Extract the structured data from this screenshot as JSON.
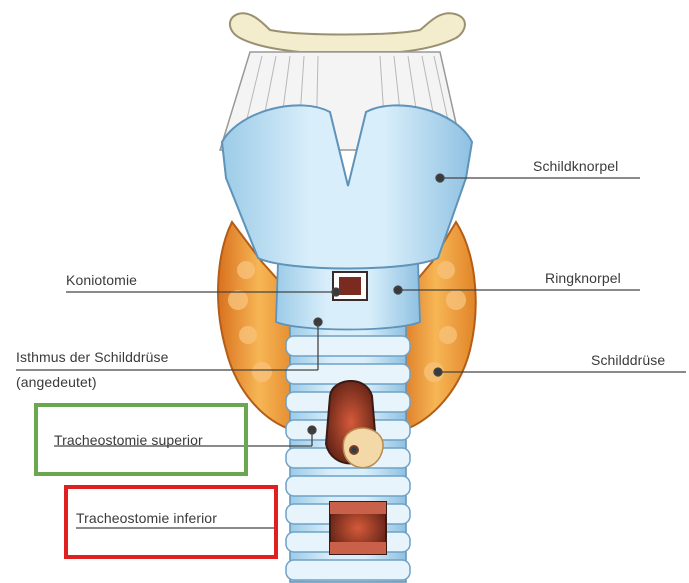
{
  "labels": {
    "schildknorpel": "Schildknorpel",
    "koniotomie": "Koniotomie",
    "ringknorpel": "Ringknorpel",
    "isthmus_line1": "Isthmus der Schilddrüse",
    "isthmus_line2": "(angedeutet)",
    "schilddruese": "Schilddrüse",
    "tracheostomie_superior": "Tracheostomie superior",
    "tracheostomie_inferior": "Tracheostomie inferior"
  },
  "highlight_boxes": {
    "superior_color": "#6aa84f",
    "inferior_color": "#e02020"
  },
  "colors": {
    "cartilage": "#bfe0f4",
    "cartilage_dark": "#7fb6dc",
    "thyroid": "#f0a040",
    "thyroid_dark": "#c96a1a",
    "ligament": "#f3f3f3",
    "hyoid": "#f3eccd",
    "lumen": "#6a2a1e",
    "leader": "#444444"
  }
}
